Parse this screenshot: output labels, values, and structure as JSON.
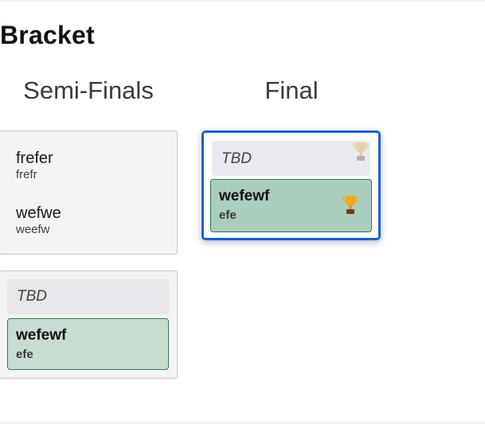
{
  "page": {
    "title": "Bracket"
  },
  "rounds": [
    {
      "label": "Semi-Finals"
    },
    {
      "label": "Final"
    }
  ],
  "semi_finals": {
    "match_1": {
      "players": [
        {
          "name": "frefer",
          "subtitle": "frefr"
        },
        {
          "name": "wefwe",
          "subtitle": "weefw"
        }
      ]
    },
    "match_2": {
      "pending_label": "TBD",
      "winner": {
        "name": "wefewf",
        "subtitle": "efe"
      }
    }
  },
  "final": {
    "pending_label": "TBD",
    "winner": {
      "name": "wefewf",
      "subtitle": "efe"
    },
    "pending_icon": "trophy-icon",
    "winner_icon": "trophy-icon"
  },
  "colors": {
    "accent": "#1e61c9",
    "winner_bg": "#c7ddd1",
    "winner_border": "#2f7a4d",
    "tbd_bg": "#e6e7ea"
  }
}
